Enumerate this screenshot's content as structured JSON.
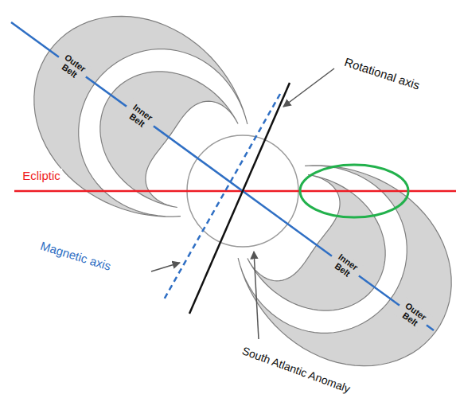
{
  "diagram": {
    "labels": [
      "Outer Belt",
      "Inner Belt",
      "Rotational axis",
      "Ecliptic",
      "Inner Belt",
      "Magnetic axis",
      "Outer Belt",
      "South Atlantic Anomaly"
    ]
  }
}
